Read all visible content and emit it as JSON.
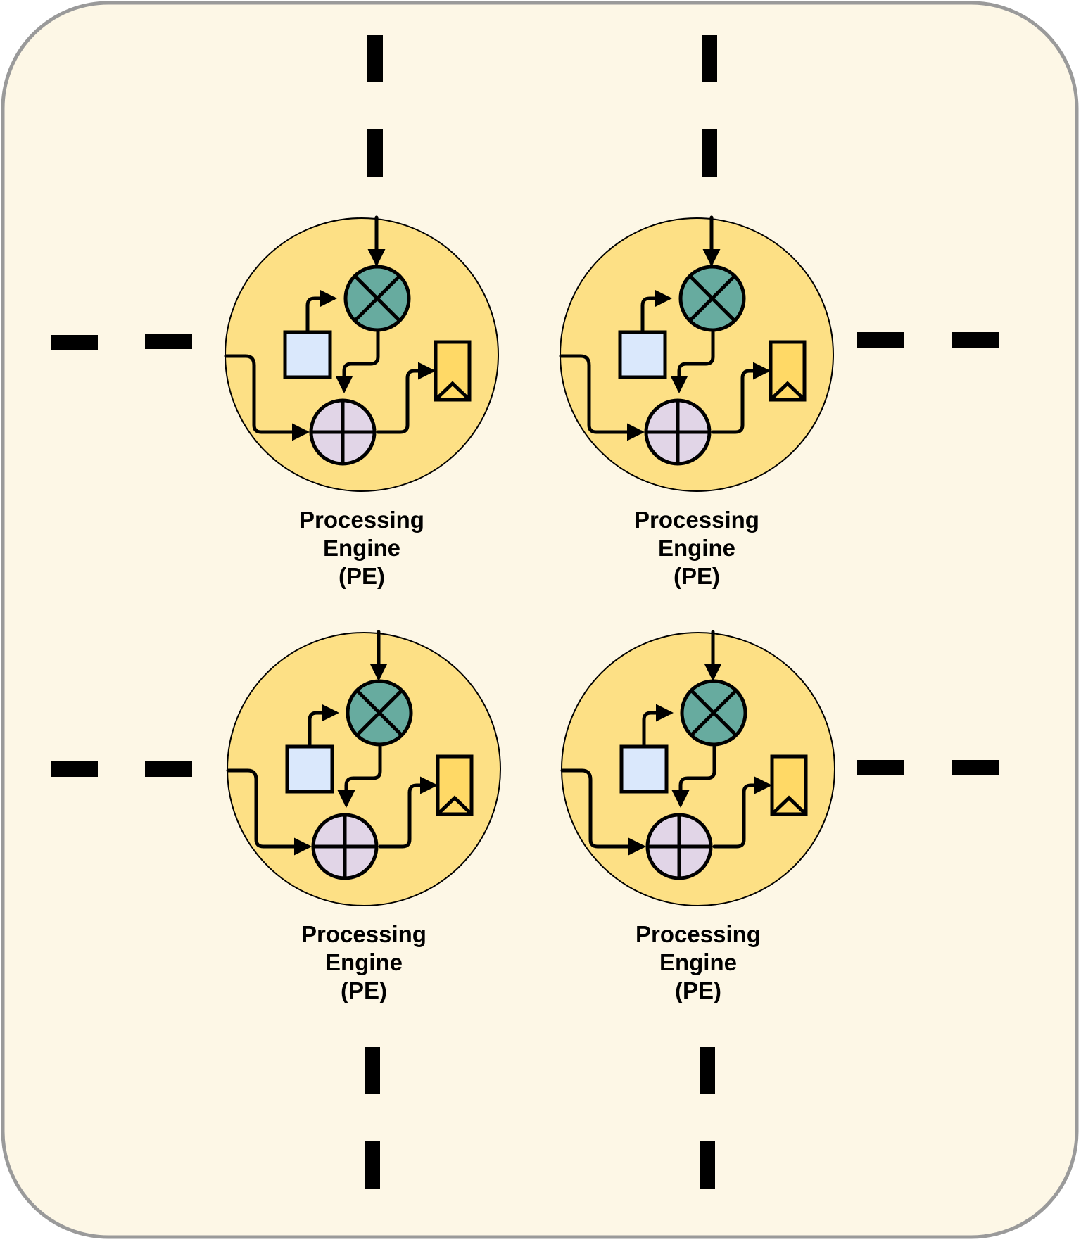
{
  "colors": {
    "panel_fill": "#fdf7e6",
    "panel_stroke": "#9a9a9a",
    "pe_circle_fill": "#fde085",
    "multiplier_fill": "#67ab9f",
    "adder_fill": "#e1d5e7",
    "register_fill": "#dae8fc",
    "output_fill": "#ffd966",
    "line": "#000000"
  },
  "icons": {
    "multiplier": "multiply-circle-icon",
    "adder": "plus-circle-icon",
    "register": "square-register-icon",
    "output": "bookmark-output-icon"
  },
  "processing_engines": [
    {
      "label_lines": [
        "Processing",
        "Engine",
        "(PE)"
      ]
    },
    {
      "label_lines": [
        "Processing",
        "Engine",
        "(PE)"
      ]
    },
    {
      "label_lines": [
        "Processing",
        "Engine",
        "(PE)"
      ]
    },
    {
      "label_lines": [
        "Processing",
        "Engine",
        "(PE)"
      ]
    }
  ]
}
